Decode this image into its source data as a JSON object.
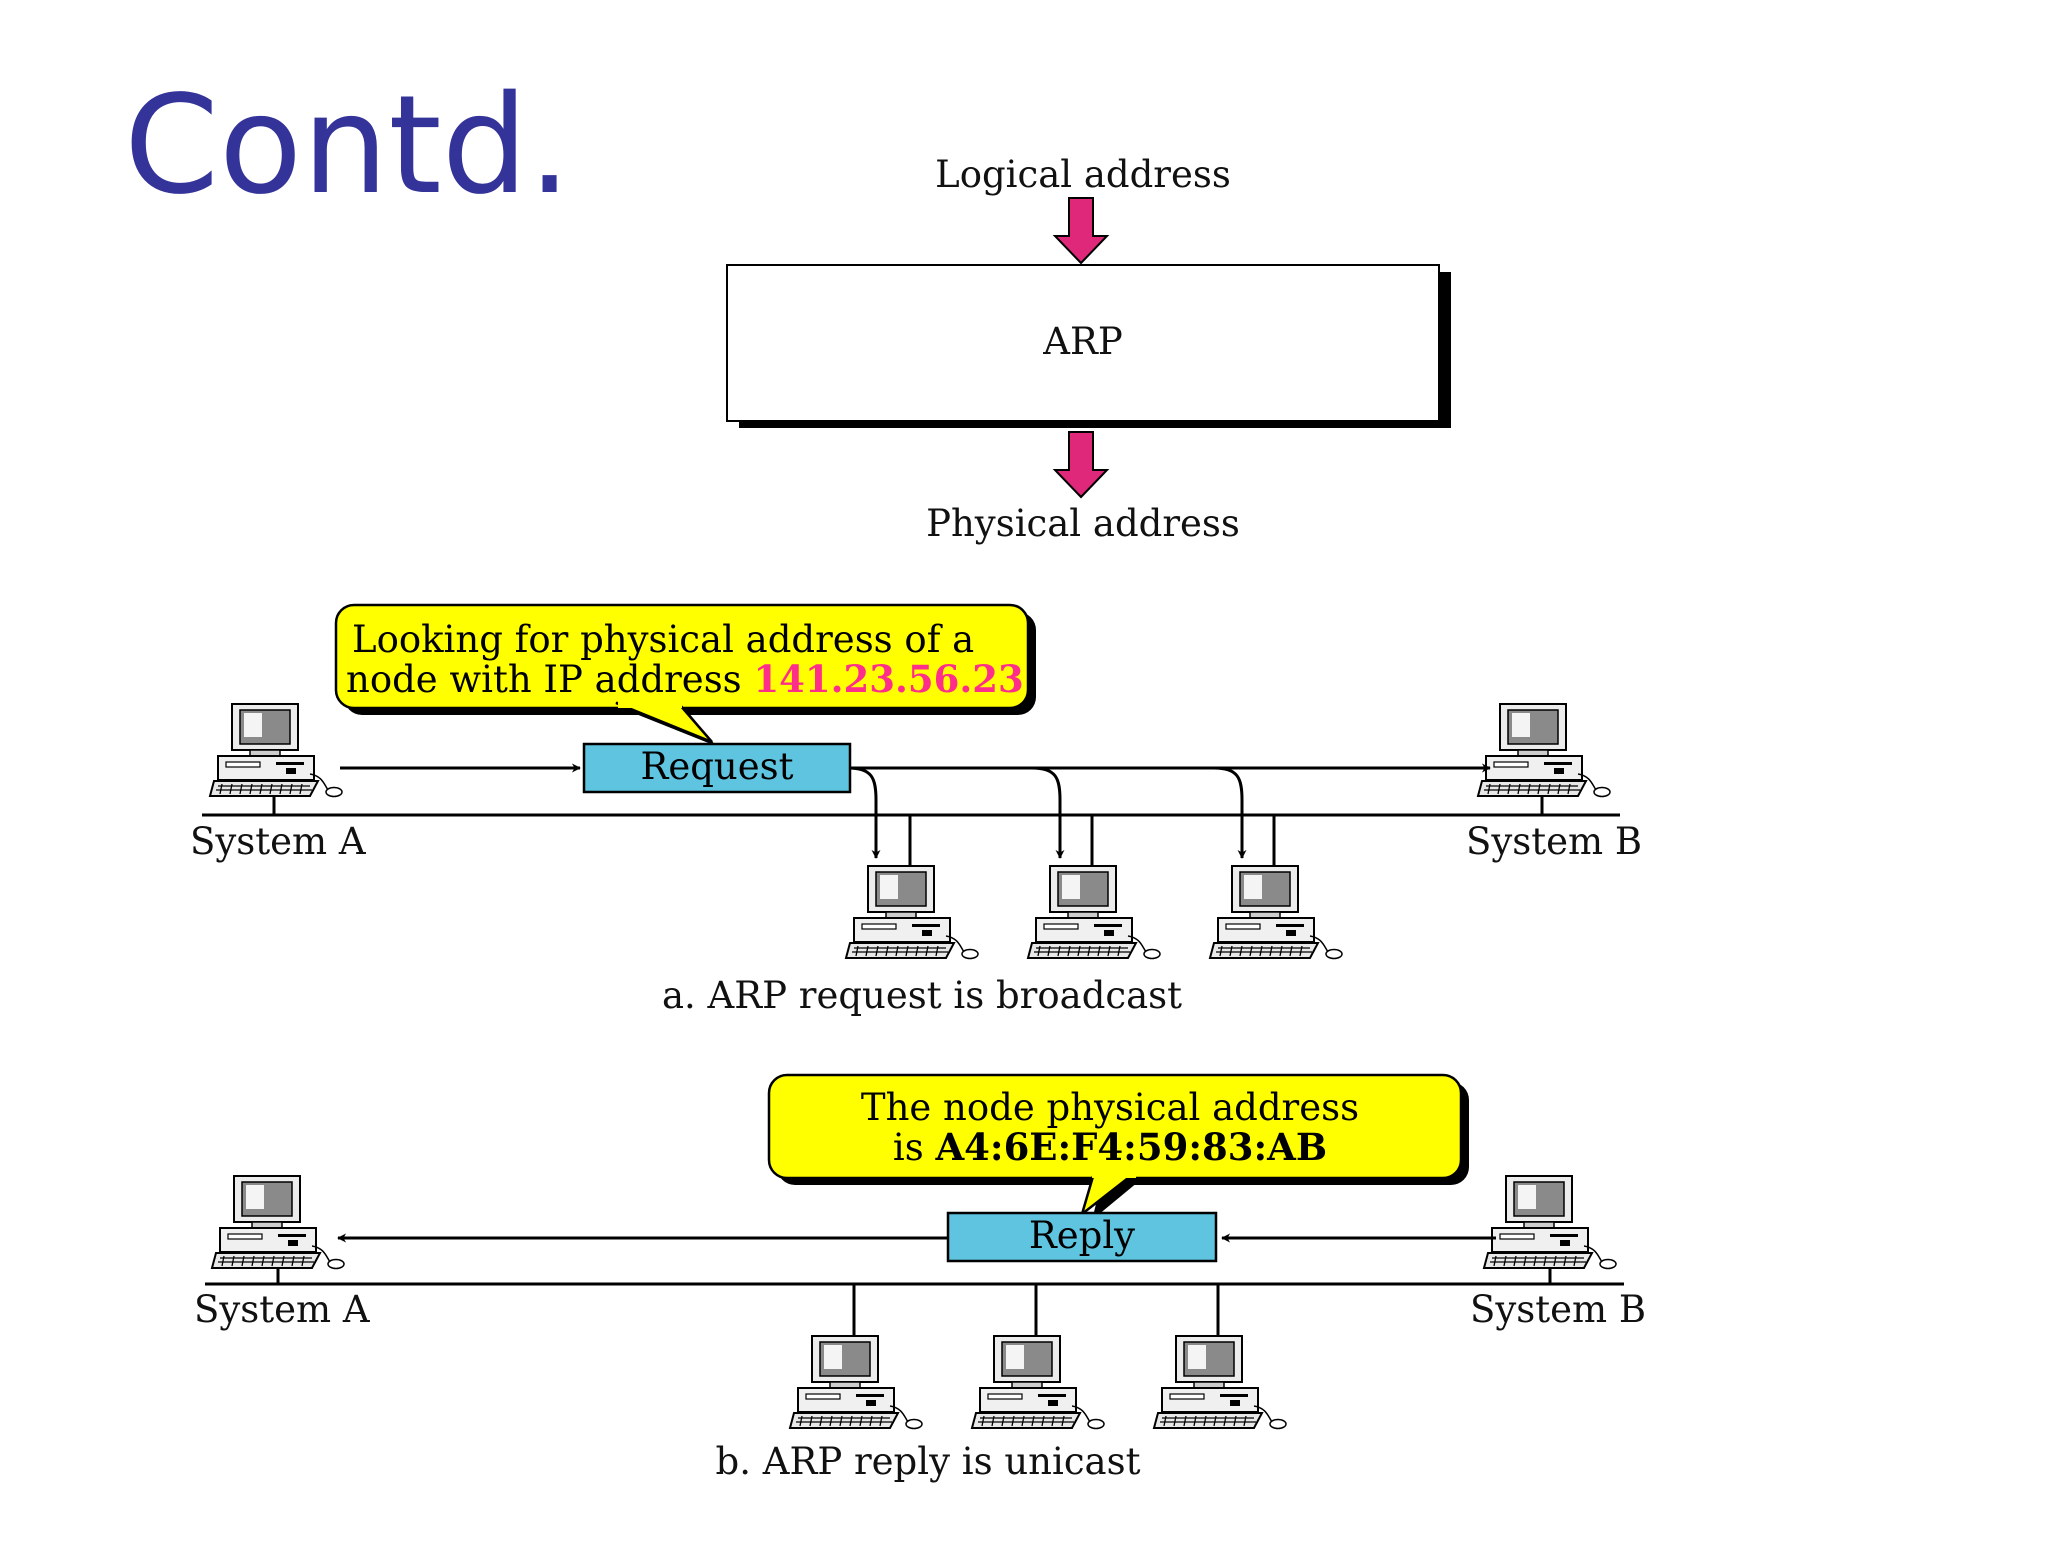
{
  "slide": {
    "title": "Contd."
  },
  "arp_block": {
    "input_label": "Logical address",
    "box_label": "ARP",
    "output_label": "Physical address"
  },
  "request_diagram": {
    "callout_line1": "Looking for physical address of a",
    "callout_line2_prefix": "node with IP address ",
    "callout_ip": "141.23.56.23",
    "packet_label": "Request",
    "system_a_label": "System A",
    "system_b_label": "System B",
    "caption": "a. ARP request is broadcast"
  },
  "reply_diagram": {
    "callout_line1": "The node physical address",
    "callout_line2_prefix": "is ",
    "callout_mac": "A4:6E:F4:59:83:AB",
    "packet_label": "Reply",
    "system_a_label": "System A",
    "system_b_label": "System B",
    "caption": "b. ARP reply is unicast"
  },
  "colors": {
    "title": "#333399",
    "arrow_magenta": "#e0287a",
    "callout_yellow": "#ffff00",
    "packet_blue": "#5ec4df",
    "ip_highlight": "#ff2e8a"
  }
}
